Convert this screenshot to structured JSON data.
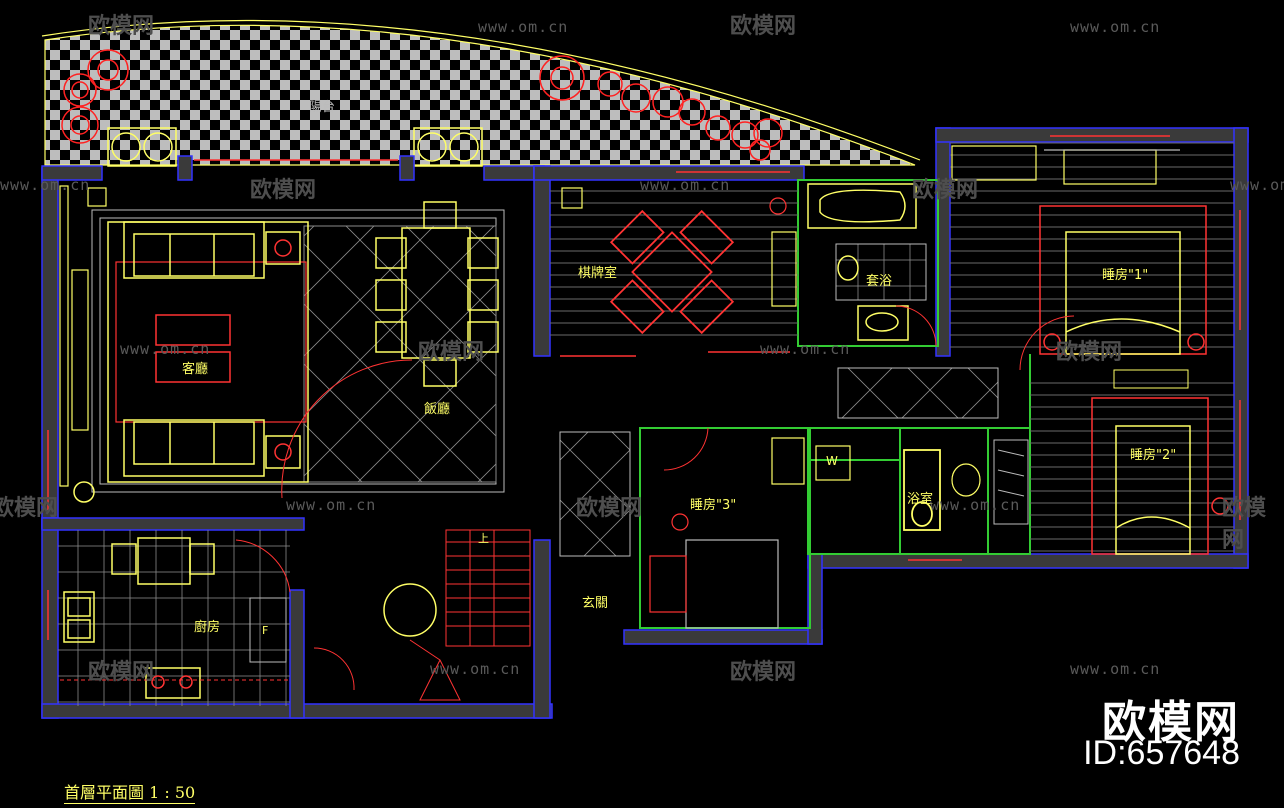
{
  "rooms": {
    "balcony": "陽台",
    "chess_room": "棋牌室",
    "suite_bath": "套浴",
    "bedroom1": "睡房\"1\"",
    "living": "客廳",
    "dining": "飯廳",
    "bedroom2": "睡房\"2\"",
    "bathroom": "浴室",
    "bedroom3": "睡房\"3\"",
    "kitchen": "廚房",
    "foyer": "玄關",
    "stair_up": "上",
    "fridge": "F",
    "washer": "W"
  },
  "caption": "首層平面圖 1 : 50",
  "watermark": {
    "site": "www.om.cn",
    "brand": "欧模网",
    "id": "ID:657648"
  },
  "colors": {
    "wall": "#3a3a3a",
    "wall_edge": "#3333ff",
    "furniture": "#ffff66",
    "detail": "#ff3333",
    "partition": "#33cc33",
    "floor_grid": "#d8d8d8",
    "plant": "#ff2222"
  }
}
